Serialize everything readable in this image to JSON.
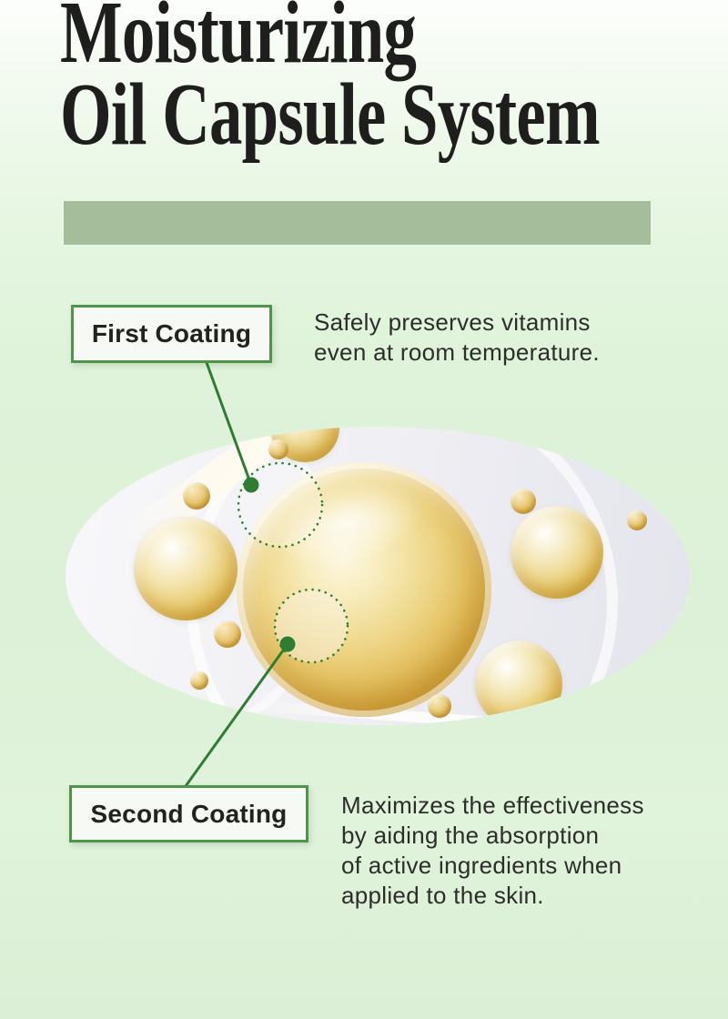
{
  "title": {
    "line1": "Moisturizing",
    "line2": "Oil Capsule System",
    "highlight_color": "#a6bd9c",
    "text_color": "#1e1e1c"
  },
  "callouts": {
    "first": {
      "label": "First Coating",
      "description": "Safely preserves vitamins\neven at room temperature."
    },
    "second": {
      "label": "Second Coating",
      "description": "Maximizes the effectiveness\nby aiding the absorption\nof active ingredients when\napplied to the skin."
    }
  },
  "colors": {
    "background_top": "#fdfefc",
    "background_green": "#dcf1d7",
    "callout_border_green": "#4f9549",
    "callout_box_bg": "#f7f9f4",
    "connector_green": "#2e7d32",
    "body_text": "#2d2d2b",
    "capsule_gold": "#d2a239",
    "photo_bg": "#efeff4"
  }
}
